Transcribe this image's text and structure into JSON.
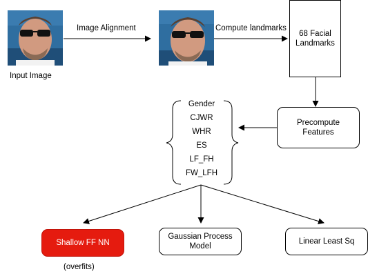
{
  "diagram": {
    "input_image_label": "Input Image",
    "alignment_label": "Image Alignment",
    "landmarks_label": "Compute landmarks",
    "facial_landmarks_box": "68 Facial\nLandmarks",
    "precompute_box": "Precompute\nFeatures",
    "features": [
      "Gender",
      "CJWR",
      "WHR",
      "ES",
      "LF_FH",
      "FW_LFH"
    ],
    "models": {
      "shallow": "Shallow FF NN",
      "shallow_note": "(overfits)",
      "gaussian": "Gaussian Process\nModel",
      "linear": "Linear Least Sq"
    },
    "colors": {
      "highlight": "#e51b0f",
      "line": "#000000"
    }
  }
}
